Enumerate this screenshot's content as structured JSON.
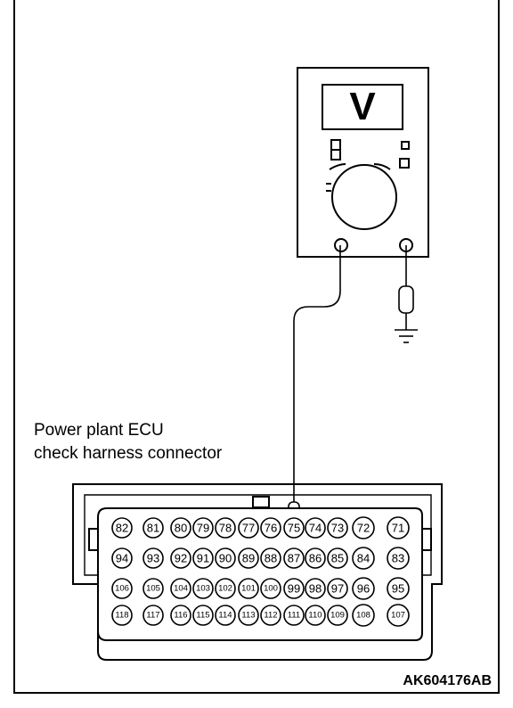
{
  "connector_label": {
    "line1": "Power plant ECU",
    "line2": "check harness connector"
  },
  "reference_code": "AK604176AB",
  "meter_display": "V",
  "pins": {
    "row1": [
      "82",
      "81",
      "80",
      "79",
      "78",
      "77",
      "76",
      "75",
      "74",
      "73",
      "72",
      "71"
    ],
    "row2": [
      "94",
      "93",
      "92",
      "91",
      "90",
      "89",
      "88",
      "87",
      "86",
      "85",
      "84",
      "83"
    ],
    "row3": [
      "106",
      "105",
      "104",
      "103",
      "102",
      "101",
      "100",
      "99",
      "98",
      "97",
      "96",
      "95"
    ],
    "row4": [
      "118",
      "117",
      "116",
      "115",
      "114",
      "113",
      "112",
      "111",
      "110",
      "109",
      "108",
      "107"
    ]
  },
  "colors": {
    "line": "#000000",
    "background": "#ffffff"
  }
}
